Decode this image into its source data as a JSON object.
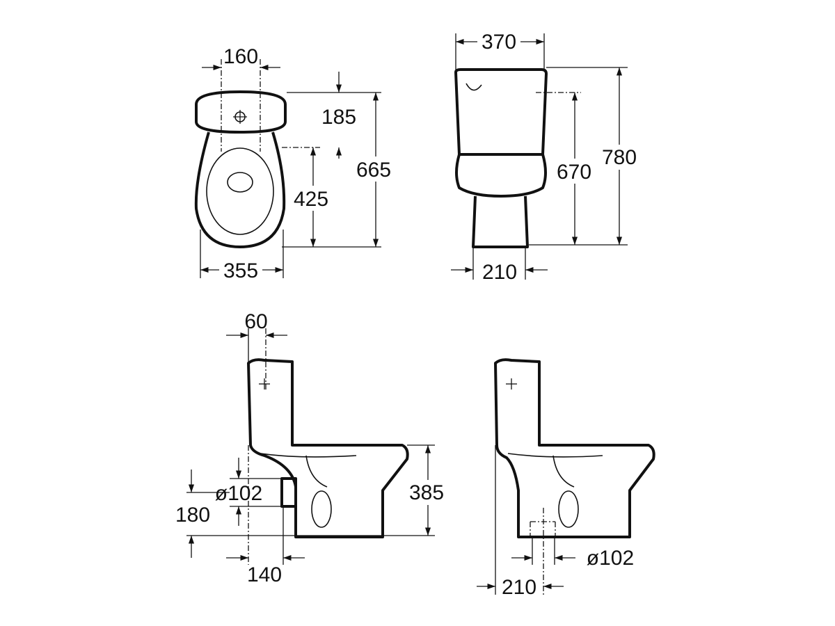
{
  "views": {
    "top_view": {
      "tank_holes_spacing": "160",
      "tank_to_holes": "185",
      "holes_to_front": "425",
      "overall_depth": "665",
      "bowl_width": "355"
    },
    "front_view": {
      "tank_width": "370",
      "fixing_height": "670",
      "overall_height": "780",
      "pedestal_width": "210"
    },
    "side_view_horizontal_outlet": {
      "tank_offset": "60",
      "outlet_diameter": "ø102",
      "outlet_height": "180",
      "bowl_height": "385",
      "outlet_projection": "140"
    },
    "side_view_vertical_outlet": {
      "outlet_diameter": "ø102",
      "outlet_distance": "210"
    }
  },
  "colors": {
    "line": "#111111",
    "background": "#ffffff"
  }
}
